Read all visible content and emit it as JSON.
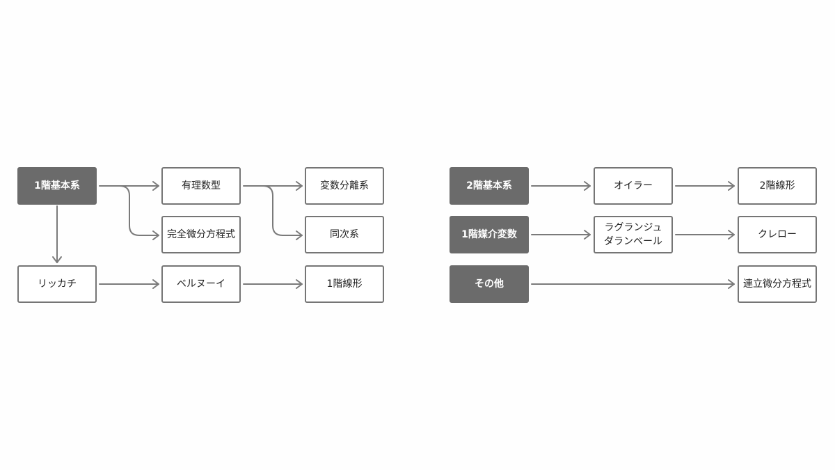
{
  "colors": {
    "category_fill": "#6b6b6b",
    "node_border": "#757575",
    "arrow": "#7a7a7a",
    "text_light": "#ffffff",
    "text_dark": "#222222"
  },
  "left": {
    "first_order_basic": "1階基本系",
    "riccati": "リッカチ",
    "rational": "有理数型",
    "exact": "完全微分方程式",
    "bernoulli": "ベルヌーイ",
    "separable": "変数分離系",
    "homogeneous": "同次系",
    "first_order_linear": "1階線形"
  },
  "right": {
    "second_order_basic": "2階基本系",
    "first_order_parametric": "1階媒介変数",
    "other": "その他",
    "euler": "オイラー",
    "lagrange_line1": "ラグランジュ",
    "lagrange_line2": "ダランベール",
    "simultaneous": "連立微分方程式",
    "second_order_linear": "2階線形",
    "clairaut": "クレロー"
  }
}
